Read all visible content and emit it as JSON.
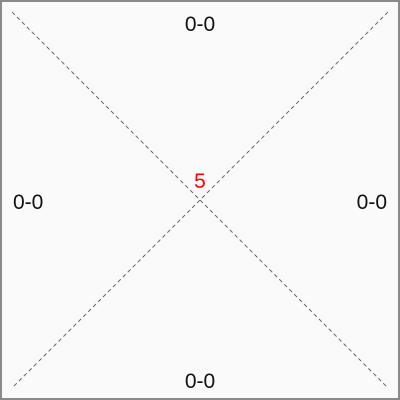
{
  "board": {
    "scores": {
      "top": "0-0",
      "left": "0-0",
      "right": "0-0",
      "bottom": "0-0"
    },
    "center_value": "5",
    "colors": {
      "background": "#fafafa",
      "border": "#8a8a8a",
      "text": "#111111",
      "center_value": "#ff0000",
      "diagonal": "#666666"
    }
  }
}
